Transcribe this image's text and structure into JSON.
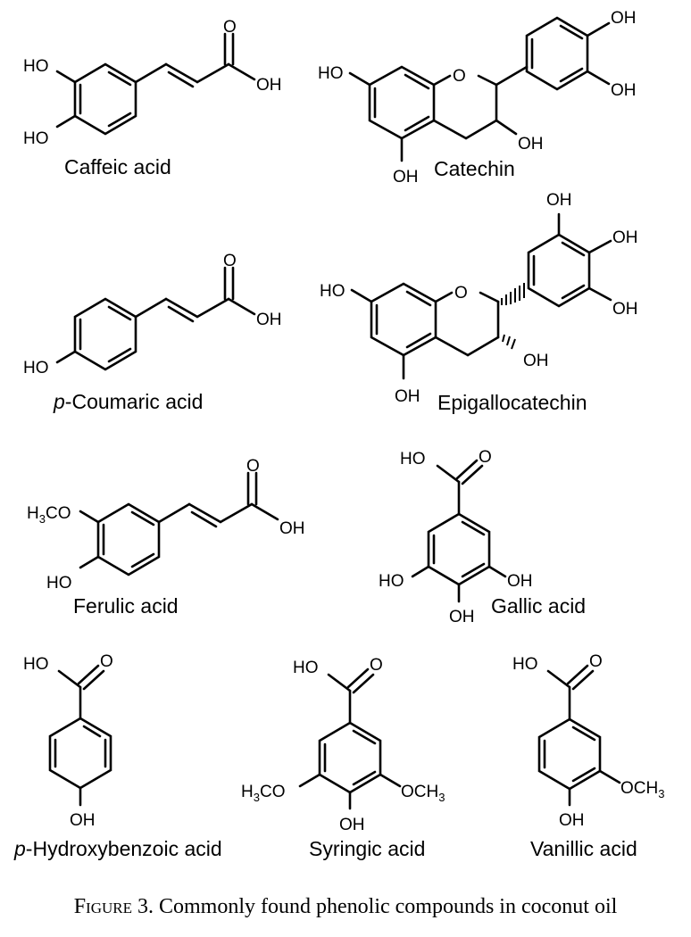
{
  "compounds": {
    "caffeic": {
      "name": "Caffeic acid"
    },
    "catechin": {
      "name": "Catechin"
    },
    "coumaric": {
      "name_prefix": "p",
      "name": "-Coumaric acid"
    },
    "egc": {
      "name": "Epigallocatechin"
    },
    "ferulic": {
      "name": "Ferulic acid"
    },
    "gallic": {
      "name": "Gallic acid"
    },
    "hba": {
      "name_prefix": "p",
      "name": "-Hydroxybenzoic acid"
    },
    "syringic": {
      "name": "Syringic acid"
    },
    "vanillic": {
      "name": "Vanillic acid"
    }
  },
  "atoms": {
    "OH": "OH",
    "HO": "HO",
    "O": "O",
    "H3CO": {
      "main": "H",
      "sub": "3",
      "rest": "CO"
    },
    "OCH3": {
      "main": "OCH",
      "sub": "3"
    }
  },
  "caption": {
    "label": "Figure",
    "number": "3.",
    "text": "Commonly found phenolic compounds in coconut oil"
  }
}
